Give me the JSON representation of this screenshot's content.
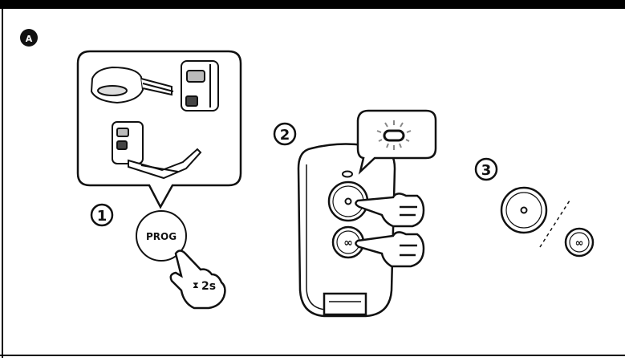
{
  "panel": {
    "label": "A"
  },
  "steps": [
    {
      "number": "1",
      "button_label": "PROG",
      "duration": "2s"
    },
    {
      "number": "2"
    },
    {
      "number": "3"
    }
  ]
}
